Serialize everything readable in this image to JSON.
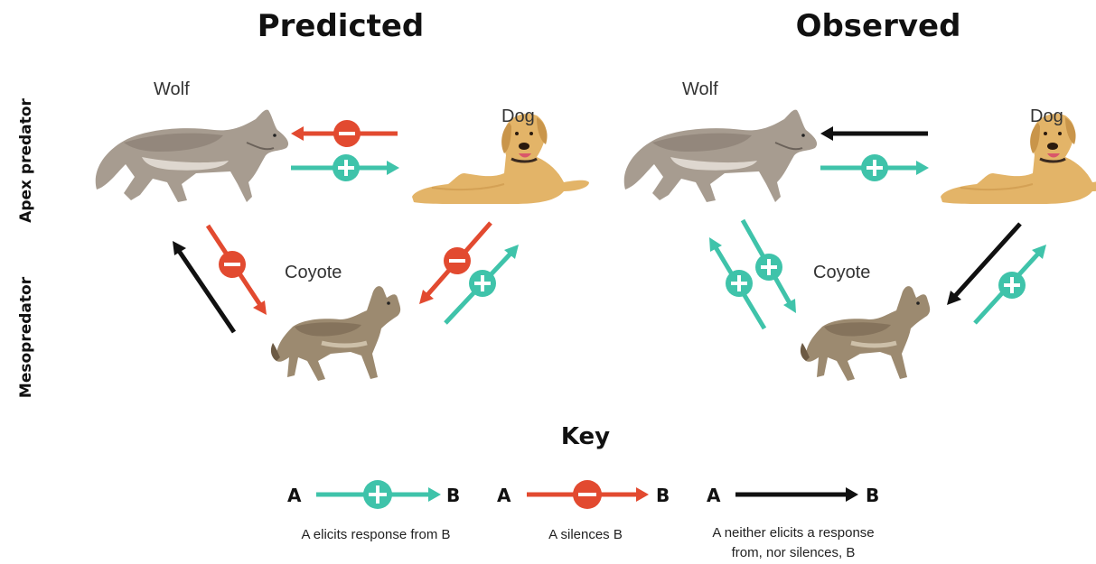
{
  "panels": {
    "predicted_title": "Predicted",
    "observed_title": "Observed"
  },
  "axis": {
    "top_label": "Apex predator",
    "bottom_label": "Mesopredator"
  },
  "animals": {
    "wolf": "Wolf",
    "dog": "Dog",
    "coyote": "Coyote"
  },
  "key": {
    "title": "Key",
    "letter_a": "A",
    "letter_b": "B",
    "elicits_desc": "A elicits response from B",
    "silences_desc": "A silences B",
    "neither_desc_line1": "A neither elicits a response",
    "neither_desc_line2": "from, nor silences, B"
  },
  "colors": {
    "elicits": "#3fc3aa",
    "silences": "#e24a30",
    "neither": "#111111"
  },
  "interactions": {
    "predicted": [
      {
        "from": "dog",
        "to": "wolf",
        "type": "silences"
      },
      {
        "from": "wolf",
        "to": "dog",
        "type": "elicits"
      },
      {
        "from": "wolf",
        "to": "coyote",
        "type": "silences"
      },
      {
        "from": "coyote",
        "to": "wolf",
        "type": "neither"
      },
      {
        "from": "dog",
        "to": "coyote",
        "type": "silences"
      },
      {
        "from": "coyote",
        "to": "dog",
        "type": "elicits"
      }
    ],
    "observed": [
      {
        "from": "dog",
        "to": "wolf",
        "type": "neither"
      },
      {
        "from": "wolf",
        "to": "dog",
        "type": "elicits"
      },
      {
        "from": "coyote",
        "to": "wolf",
        "type": "elicits"
      },
      {
        "from": "wolf",
        "to": "coyote",
        "type": "elicits"
      },
      {
        "from": "dog",
        "to": "coyote",
        "type": "neither"
      },
      {
        "from": "coyote",
        "to": "dog",
        "type": "elicits"
      }
    ]
  }
}
